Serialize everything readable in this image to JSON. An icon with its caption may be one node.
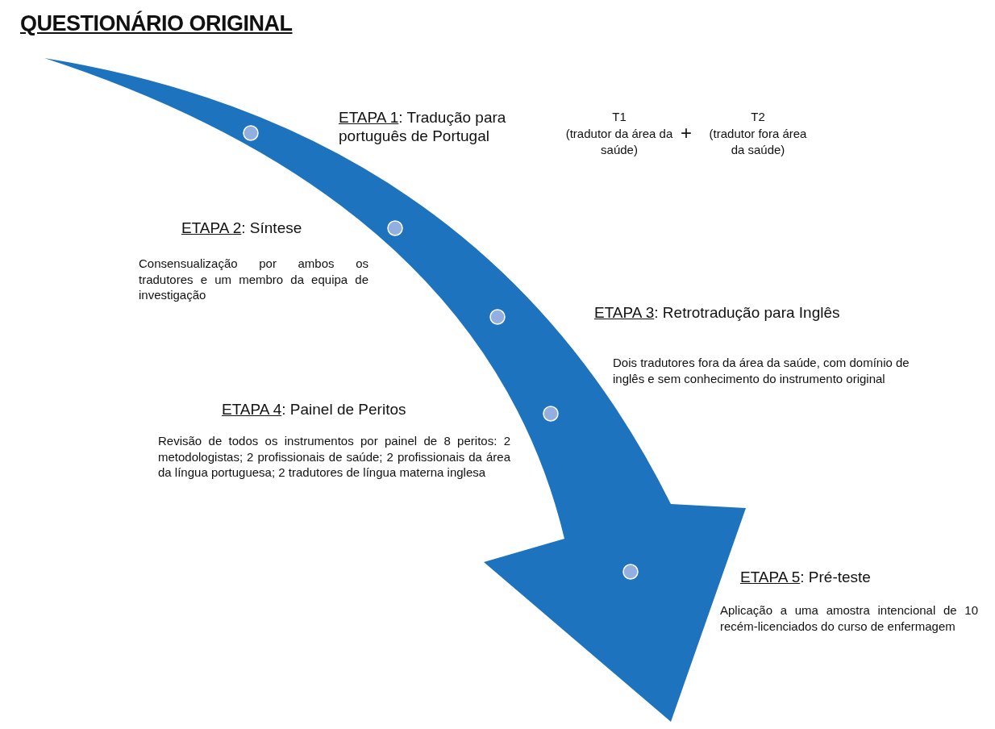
{
  "diagram": {
    "title": "QUESTIONÁRIO ORIGINAL",
    "labels": [
      "ETAPA 1: Tradução para português de Portugal",
      "T1",
      "(tradutor da área da saúde)",
      "+",
      "T2",
      "(tradutor fora área da saúde)",
      "ETAPA 2: Síntese",
      "Consensualização por ambos os tradutores e um membro da equipa de investigação",
      "ETAPA 3: Retrotradução para Inglês",
      "Dois tradutores fora da área da saúde, com domínio de inglês e sem conhecimento do instrumento original",
      "ETAPA 4: Painel de Peritos",
      "Revisão de todos os instrumentos por painel de 8 peritos: 2 metodologistas; 2 profissionais de saúde; 2 profissionais da área da língua portuguesa; 2 tradutores de língua materna inglesa",
      "ETAPA 5: Pré-teste",
      "Aplicação a uma amostra intencional de 10 recém-licenciados do curso de enfermagem"
    ]
  }
}
